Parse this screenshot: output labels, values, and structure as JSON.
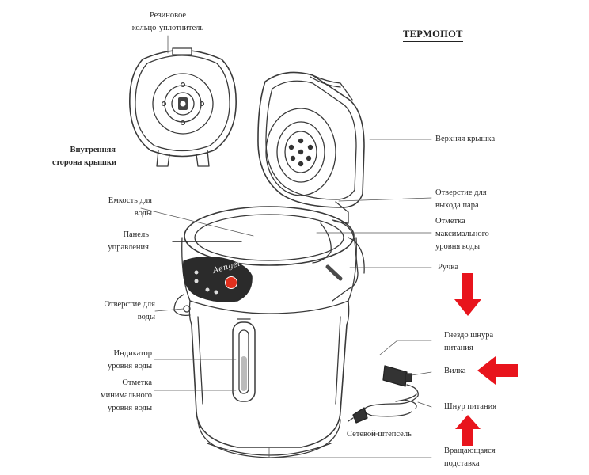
{
  "title": "ТЕРМОПОТ",
  "colors": {
    "line": "#3a3a3a",
    "arrow": "#e8141c",
    "panel": "#2b2b2b",
    "button": "#e0301e"
  },
  "inset_caption": [
    "Внутренняя",
    "сторона крышки"
  ],
  "labels": {
    "seal_ring": [
      "Резиновое",
      "кольцо-уплотнитель"
    ],
    "top_lid": [
      "Верхняя крышка"
    ],
    "steam_hole": [
      "Отверстие для",
      "выхода пара"
    ],
    "max_mark": [
      "Отметка",
      "максимального",
      "уровня воды"
    ],
    "handle": [
      "Ручка"
    ],
    "cord_socket": [
      "Гнездо шнура",
      "питания"
    ],
    "plug": [
      "Вилка"
    ],
    "power_cord": [
      "Шнур питания"
    ],
    "mains_plug": [
      "Сетевой штепсель"
    ],
    "rotating_base": [
      "Вращающаяся",
      "подставка"
    ],
    "water_tank": [
      "Емкость для",
      "воды"
    ],
    "control_panel": [
      "Панель",
      "управления"
    ],
    "water_outlet": [
      "Отверстие для",
      "воды"
    ],
    "level_indicator": [
      "Индикатор",
      "уровня воды"
    ],
    "min_mark": [
      "Отметка",
      "минимального",
      "уровня воды"
    ]
  },
  "brand_script": "Aengel"
}
